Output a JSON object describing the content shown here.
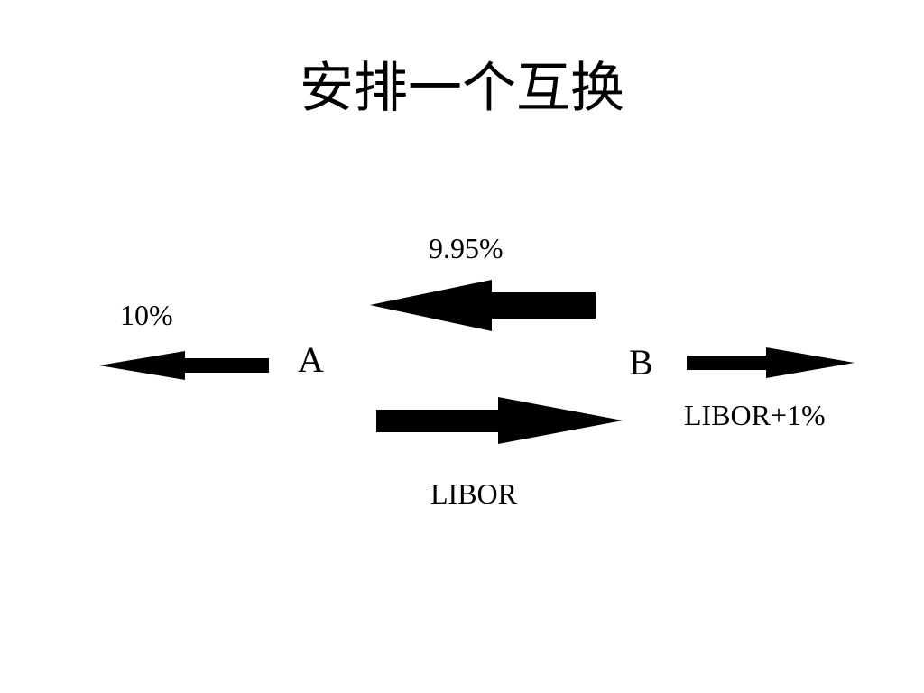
{
  "title": "安排一个互换",
  "parties": {
    "a": "A",
    "b": "B"
  },
  "flows": {
    "a_outflow": "10%",
    "b_to_a": "9.95%",
    "a_to_b": "LIBOR",
    "b_outflow": "LIBOR+1%"
  },
  "arrow_color": "#000000"
}
